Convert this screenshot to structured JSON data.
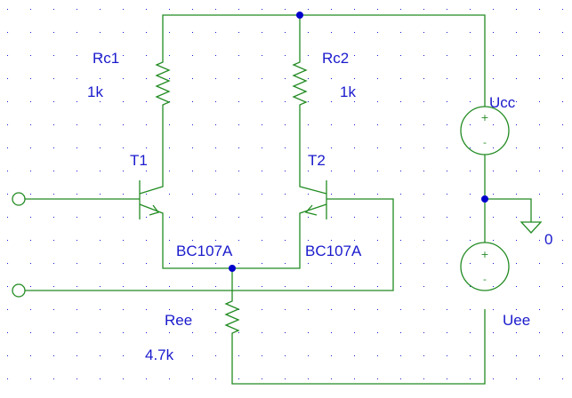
{
  "colors": {
    "wire": "#228B22",
    "label": "#1a1acd",
    "node": "#0000CC",
    "grid": "#1a1acd",
    "background": "#ffffff"
  },
  "components": {
    "rc1": {
      "name": "Rc1",
      "value": "1k"
    },
    "rc2": {
      "name": "Rc2",
      "value": "1k"
    },
    "t1": {
      "name": "T1",
      "model": "BC107A"
    },
    "t2": {
      "name": "T2",
      "model": "BC107A"
    },
    "ree": {
      "name": "Ree",
      "value": "4.7k"
    },
    "ucc": {
      "name": "Ucc",
      "plus": "+",
      "minus": "-"
    },
    "uee": {
      "name": "Uee",
      "plus": "+",
      "minus": "-"
    },
    "ground": {
      "name": "0"
    }
  }
}
